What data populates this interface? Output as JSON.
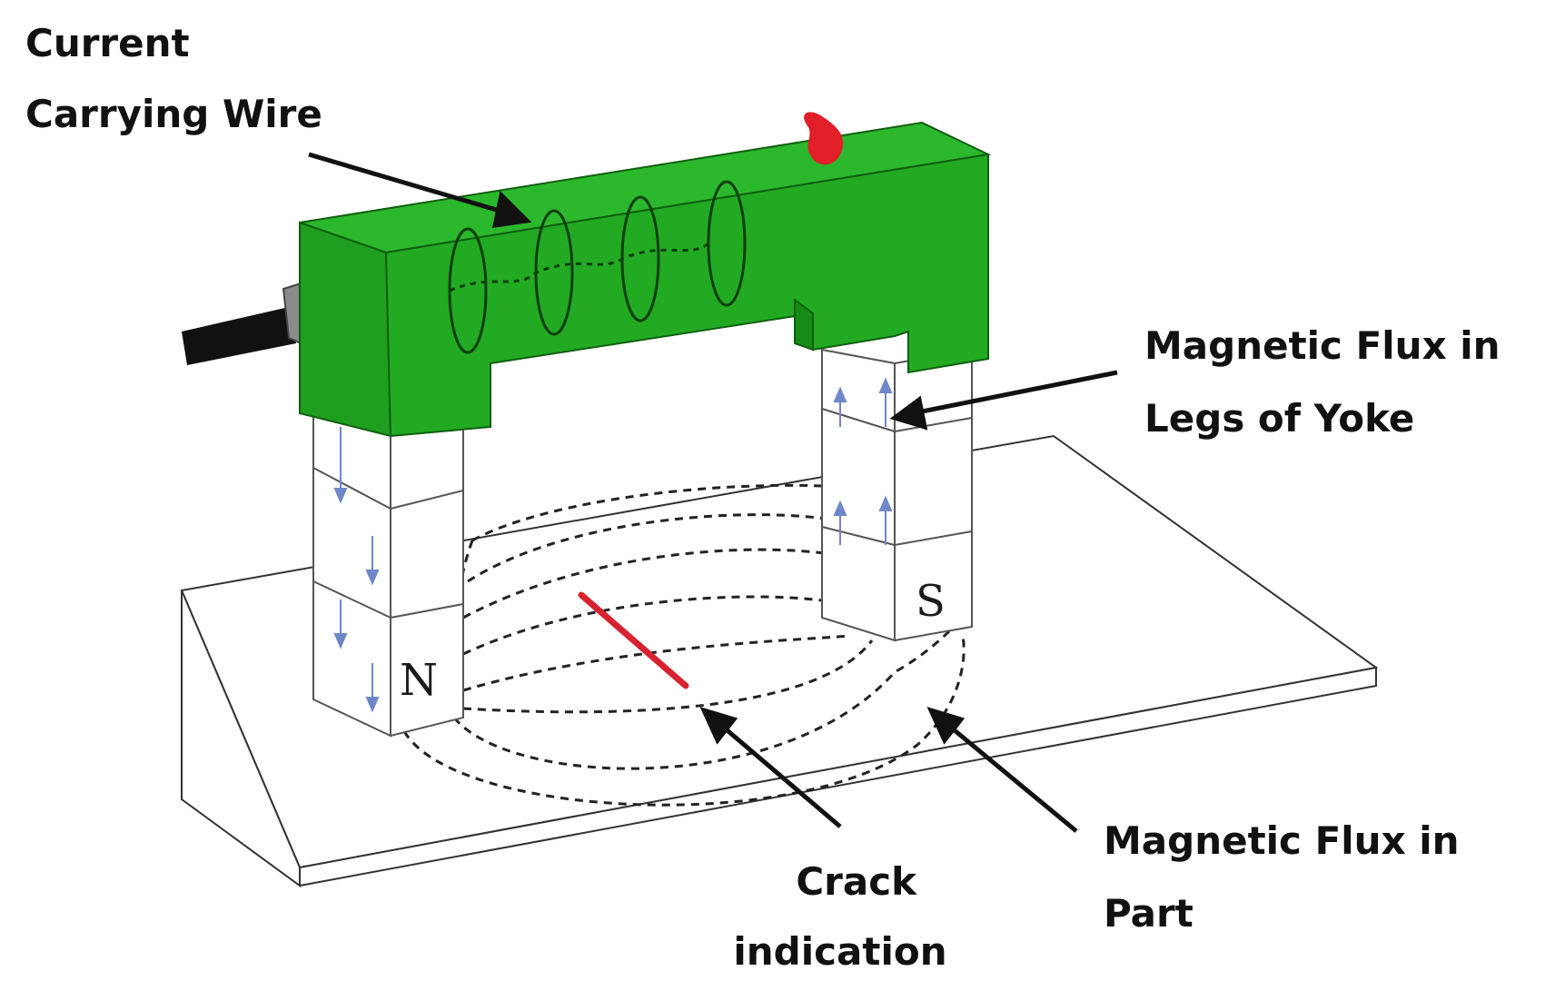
{
  "labels": {
    "current_wire": [
      "Current",
      "Carrying Wire"
    ],
    "flux_legs": [
      "Magnetic Flux in",
      "Legs of Yoke"
    ],
    "flux_part": [
      "Magnetic Flux in",
      "Part"
    ],
    "crack": [
      "Crack",
      "indication"
    ],
    "pole_north": "N",
    "pole_south": "S"
  },
  "colors": {
    "yoke": "#1faa1f",
    "yoke_dark": "#168c16",
    "crack": "#d8222f",
    "switch": "#e21e28",
    "connector": "#8a8a8a",
    "cable": "#111111",
    "flux_arrow": "#6f86c8"
  }
}
